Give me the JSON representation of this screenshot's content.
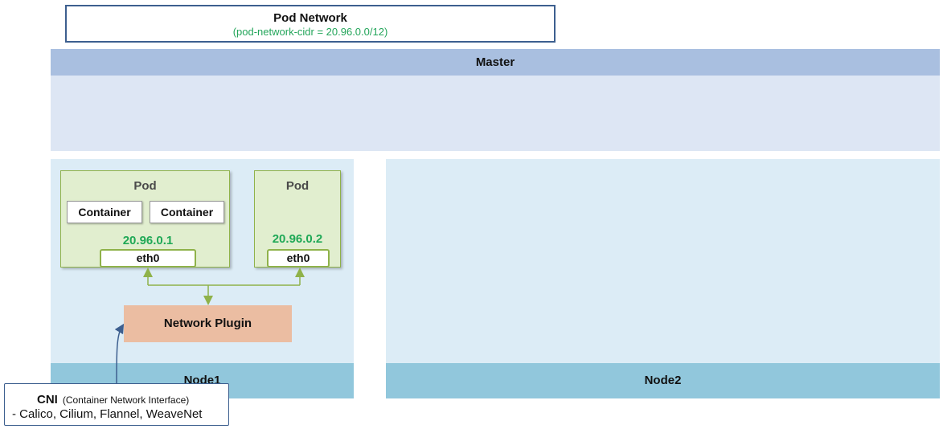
{
  "pod_network": {
    "title": "Pod Network",
    "subtitle": "(pod-network-cidr = 20.96.0.0/12)"
  },
  "master": {
    "label": "Master"
  },
  "node1": {
    "label": "Node1",
    "pods": [
      {
        "title": "Pod",
        "containers": [
          "Container",
          "Container"
        ],
        "ip": "20.96.0.1",
        "iface": "eth0"
      },
      {
        "title": "Pod",
        "ip": "20.96.0.2",
        "iface": "eth0"
      }
    ],
    "plugin": "Network Plugin"
  },
  "node2": {
    "label": "Node2"
  },
  "cni": {
    "title": "CNI",
    "desc": "(Container Network Interface)",
    "examples": "- Calico, Cilium, Flannel, WeaveNet"
  },
  "colors": {
    "pod_fill": "#e1eecf",
    "pod_border": "#8fb24a",
    "ip_text": "#1fa856",
    "plugin_fill": "#ebbda2",
    "node_label": "#91c7dc",
    "master_header": "#a9bfe0"
  }
}
